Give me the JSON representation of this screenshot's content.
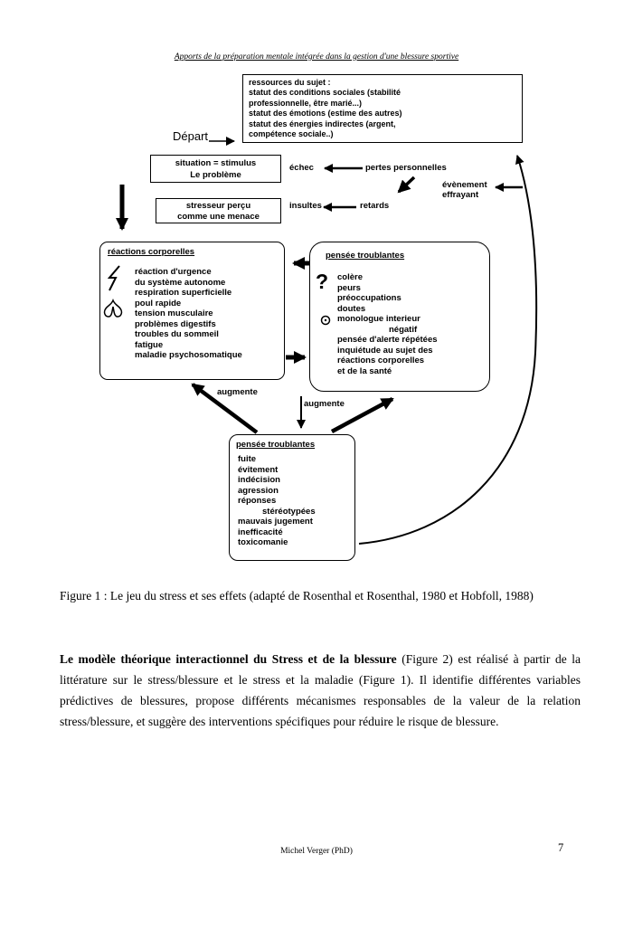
{
  "page": {
    "header": "Apports de la préparation mentale intégrée dans la gestion d'une blessure sportive",
    "footer_author": "Michel Verger (PhD)",
    "page_number": "7"
  },
  "diagram": {
    "depart": "Départ",
    "ressources": [
      "ressources du sujet :",
      "statut des conditions sociales (stabilité",
      "professionnelle, être marié...)",
      "statut des émotions (estime des autres)",
      "statut des énergies indirectes (argent,",
      "compétence sociale..)"
    ],
    "situation": [
      "situation = stimulus",
      "Le problème"
    ],
    "echec": "échec",
    "pertes": "pertes personnelles",
    "evenement": [
      "évènement",
      "effrayant"
    ],
    "insultes": "insultes",
    "retards": "retards",
    "stresseur": [
      "stresseur perçu",
      "comme une menace"
    ],
    "reactions": {
      "title": "réactions corporelles",
      "items": [
        "réaction d'urgence",
        "du système autonome",
        "respiration superficielle",
        "poul rapide",
        "tension musculaire",
        "problèmes digestifs",
        "troubles du sommeil",
        "fatigue",
        "maladie psychosomatique"
      ]
    },
    "pensees": {
      "title": "pensée troublantes",
      "items": [
        "colère",
        "peurs",
        "préoccupations",
        "doutes",
        "monologue interieur",
        "négatif",
        "pensée d'alerte répétées",
        "inquiétude au sujet des",
        "réactions corporelles",
        "et de la santé"
      ]
    },
    "augmente_left": "augmente",
    "augmente_right": "augmente",
    "comportements": {
      "title": "pensée troublantes",
      "items": [
        "fuite",
        "évitement",
        "indécision",
        "agression",
        "réponses",
        "stéréotypées",
        "mauvais jugement",
        "inefficacité",
        "toxicomanie"
      ]
    },
    "icons": {
      "question_glyph": "?"
    }
  },
  "caption": "Figure 1 : Le jeu du stress et ses effets (adapté de Rosenthal et Rosenthal, 1980 et Hobfoll, 1988)",
  "paragraph": {
    "bold": "Le modèle théorique interactionnel du Stress et de la blessure",
    "rest": " (Figure 2) est réalisé à partir de la littérature sur le stress/blessure et le stress et la maladie (Figure 1). Il identifie différentes variables prédictives de blessures, propose différents mécanismes responsables de la valeur de la relation stress/blessure, et suggère des interventions spécifiques pour réduire le risque de blessure."
  },
  "colors": {
    "ink": "#000000",
    "paper": "#ffffff"
  }
}
